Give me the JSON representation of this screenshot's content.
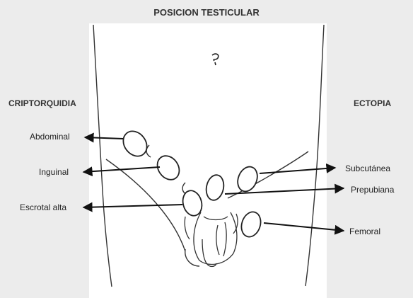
{
  "title": "POSICION TESTICULAR",
  "left_heading": "CRIPTORQUIDIA",
  "right_heading": "ECTOPIA",
  "labels": {
    "abdominal": "Abdominal",
    "inguinal": "Inguinal",
    "escrotal_alta": "Escrotal alta",
    "subcutanea": "Subcutánea",
    "prepubiana": "Prepubiana",
    "femoral": "Femoral"
  },
  "colors": {
    "background": "#ececec",
    "panel": "#ffffff",
    "ink": "#222222"
  }
}
